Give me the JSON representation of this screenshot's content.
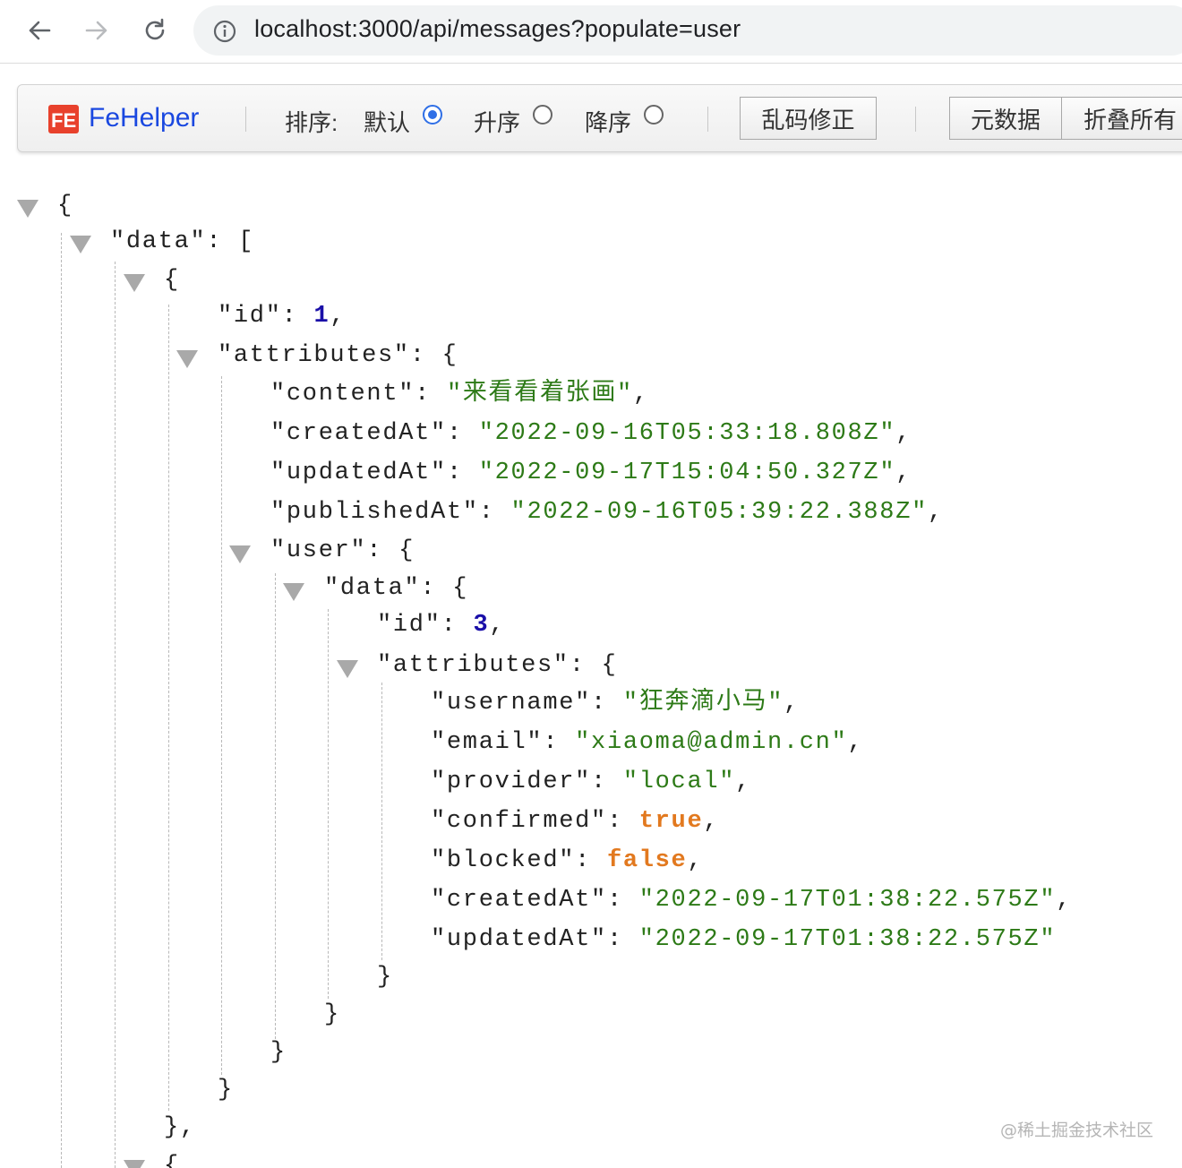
{
  "browser": {
    "url": "localhost:3000/api/messages?populate=user",
    "icons": [
      "back-arrow-icon",
      "forward-arrow-icon",
      "reload-icon",
      "info-icon"
    ]
  },
  "fehelper": {
    "brand": "FeHelper",
    "sort_label": "排序:",
    "sort_default": "默认",
    "sort_asc": "升序",
    "sort_desc": "降序",
    "sort_selected": "默认",
    "fix_encoding": "乱码修正",
    "metadata": "元数据",
    "collapse_all": "折叠所有",
    "colors": {
      "brand": "#1a48e0",
      "logo": "#e8412c",
      "radio": "#2f6fe6"
    }
  },
  "json_lines": {
    "l0": "{",
    "l1_key": "\"data\"",
    "l1_rest": ": [",
    "l2": "{",
    "l3_key": "\"id\"",
    "l3_sep": ": ",
    "l3_val": "1",
    "l3_end": ",",
    "l4_key": "\"attributes\"",
    "l4_rest": ": {",
    "l5_key": "\"content\"",
    "l5_sep": ": ",
    "l5_val": "\"来看看着张画\"",
    "l5_end": ",",
    "l6_key": "\"createdAt\"",
    "l6_sep": ": ",
    "l6_val": "\"2022-09-16T05:33:18.808Z\"",
    "l6_end": ",",
    "l7_key": "\"updatedAt\"",
    "l7_sep": ": ",
    "l7_val": "\"2022-09-17T15:04:50.327Z\"",
    "l7_end": ",",
    "l8_key": "\"publishedAt\"",
    "l8_sep": ": ",
    "l8_val": "\"2022-09-16T05:39:22.388Z\"",
    "l8_end": ",",
    "l9_key": "\"user\"",
    "l9_rest": ": {",
    "l10_key": "\"data\"",
    "l10_rest": ": {",
    "l11_key": "\"id\"",
    "l11_sep": ": ",
    "l11_val": "3",
    "l11_end": ",",
    "l12_key": "\"attributes\"",
    "l12_rest": ": {",
    "l13_key": "\"username\"",
    "l13_sep": ": ",
    "l13_val": "\"狂奔滴小马\"",
    "l13_end": ",",
    "l14_key": "\"email\"",
    "l14_sep": ": ",
    "l14_val": "\"xiaoma@admin.cn\"",
    "l14_end": ",",
    "l15_key": "\"provider\"",
    "l15_sep": ": ",
    "l15_val": "\"local\"",
    "l15_end": ",",
    "l16_key": "\"confirmed\"",
    "l16_sep": ": ",
    "l16_val": "true",
    "l16_end": ",",
    "l17_key": "\"blocked\"",
    "l17_sep": ": ",
    "l17_val": "false",
    "l17_end": ",",
    "l18_key": "\"createdAt\"",
    "l18_sep": ": ",
    "l18_val": "\"2022-09-17T01:38:22.575Z\"",
    "l18_end": ",",
    "l19_key": "\"updatedAt\"",
    "l19_sep": ": ",
    "l19_val": "\"2022-09-17T01:38:22.575Z\"",
    "l20": "}",
    "l21": "}",
    "l22": "}",
    "l23": "}",
    "l24": "},",
    "l25": "{"
  },
  "watermark": "@稀土掘金技术社区"
}
